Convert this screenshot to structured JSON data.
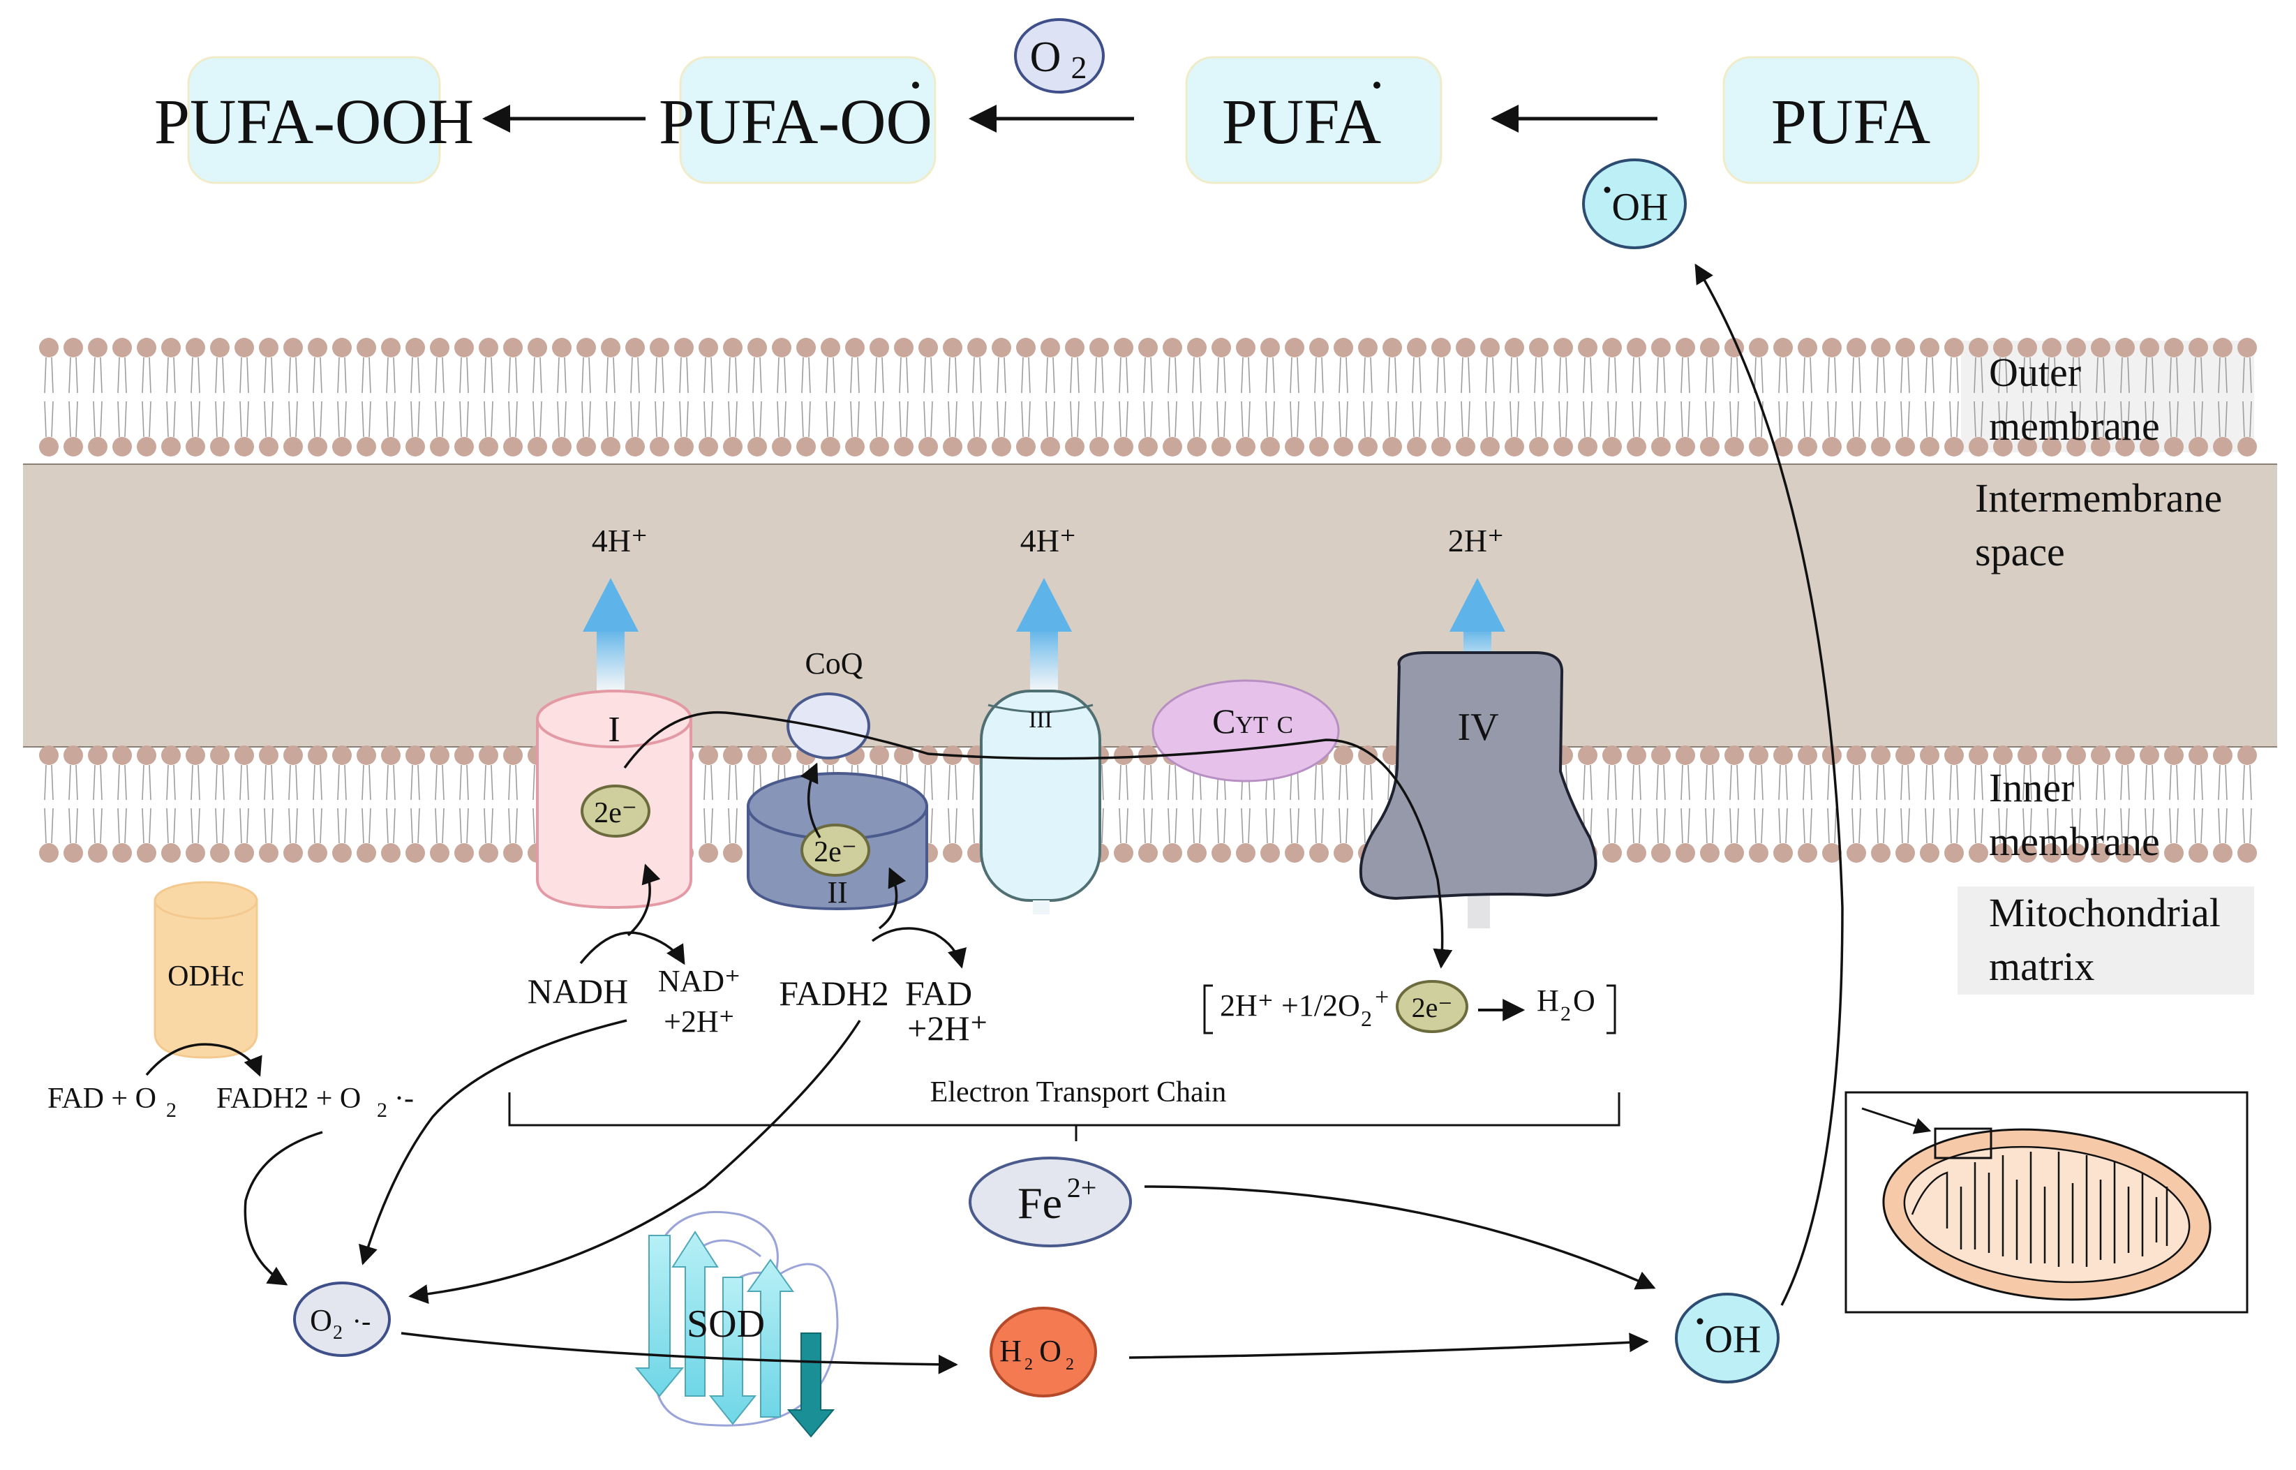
{
  "pufa_chain": {
    "pufa_ooh": "PUFA-OOH",
    "pufa_oo": "PUFA-OO",
    "pufa_radical": "PUFA",
    "pufa": "PUFA",
    "o2": "O",
    "o2_sub": "2",
    "oh_top": "OH"
  },
  "regions": {
    "outer_l1": "Outer",
    "outer_l2": "membrane",
    "inter_l1": "Intermembrane",
    "inter_l2": "space",
    "inner_l1": "Inner",
    "inner_l2": "membrane",
    "matrix_l1": "Mitochondrial",
    "matrix_l2": "matrix"
  },
  "complexes": {
    "complex_i": "I",
    "complex_ii": "II",
    "complex_iii": "III",
    "complex_iv": "IV",
    "coq": "CoQ",
    "cytc": "Cyt c",
    "electrons": "2e⁻",
    "odhc": "ODHc"
  },
  "protons": {
    "p1": "4H⁺",
    "p3": "4H⁺",
    "p4": "2H⁺"
  },
  "reactions": {
    "nadh": "NADH",
    "nad_plus": "NAD⁺",
    "nad_2h": "+2H⁺",
    "fadh2": "FADH2",
    "fad": "FAD",
    "fad_2h": "+2H⁺",
    "fad_o2_l": "FAD + O",
    "fad_o2_sub": "2",
    "fadh2_o2_l": "FADH2 + O",
    "fadh2_o2_sub": "2",
    "fadh2_o2_r": "·-",
    "iv_left": "2H⁺ +1/2O",
    "iv_o2_sub": "2",
    "iv_plus": "+",
    "iv_h2o_h": "H",
    "iv_h2o_sub": "2",
    "iv_h2o_o": "O",
    "etc_label": "Electron Transport Chain"
  },
  "bottom": {
    "fe": "Fe",
    "fe_sup": "2+",
    "superoxide": "O",
    "superoxide_sub": "2",
    "superoxide_r": "·-",
    "sod": "SOD",
    "h2o2_h": "H",
    "h2o2_sub1": "2",
    "h2o2_o": "O",
    "h2o2_sub2": "2",
    "oh_bottom": "OH"
  },
  "colors": {
    "pufa_box": "#dff6fb",
    "membrane_space": "#d8cec4",
    "lipid_head": "#c9a79a",
    "complex_i": "#fde0e2",
    "complex_ii": "#8795b8",
    "complex_iii": "#e0f5fb",
    "complex_iv": "#9599a9",
    "cytc": "#e6c2ea",
    "odhc": "#f9d8a6",
    "electron": "#cfcf9d",
    "h2o2": "#f47a52",
    "oh": "#bdf0f6",
    "fe": "#e3e6ef",
    "superoxide": "#e3e6ef",
    "o2_top": "#dde3f5",
    "proton_arrow": "#6fb7e6",
    "sod_strand": "#8fe0ec",
    "sod_dark": "#1a8f96"
  }
}
